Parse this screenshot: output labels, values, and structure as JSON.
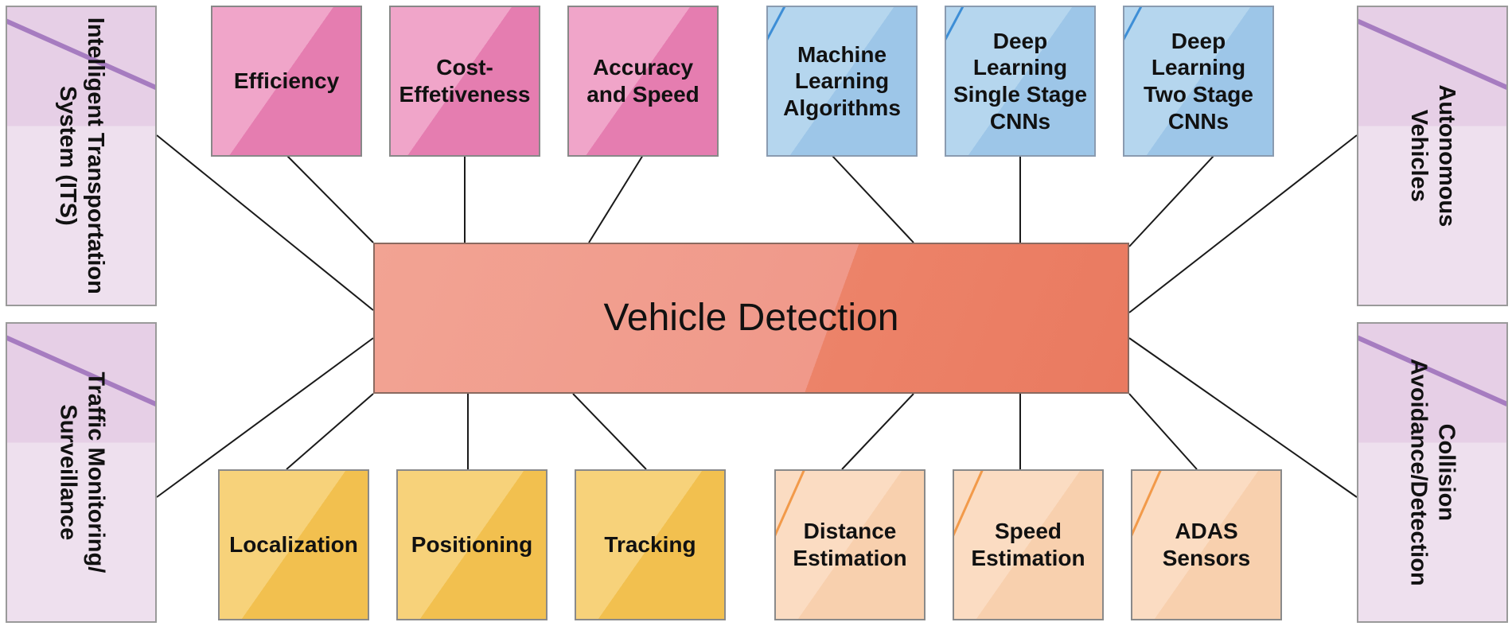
{
  "center": {
    "label": "Vehicle Detection"
  },
  "top_left_boxes": [
    "Efficiency",
    "Cost-\nEffetiveness",
    "Accuracy\nand Speed"
  ],
  "top_right_boxes": [
    "Machine\nLearning\nAlgorithms",
    "Deep\nLearning\nSingle Stage\nCNNs",
    "Deep\nLearning\nTwo Stage\nCNNs"
  ],
  "bottom_left_boxes": [
    "Localization",
    "Positioning",
    "Tracking"
  ],
  "bottom_right_boxes": [
    "Distance\nEstimation",
    "Speed\nEstimation",
    "ADAS\nSensors"
  ],
  "side_boxes": {
    "left_top": "Intelligent Transportation\nSystem (ITS)",
    "left_bottom": "Traffic Monitoring/\nSurveillance",
    "right_top": "Autonomous\nVehicles",
    "right_bottom": "Collision\nAvoidance/Detection"
  },
  "colors": {
    "pink": "#e57db0",
    "blue": "#9dc6e8",
    "yellow": "#f2c04f",
    "peach": "#f8d0ae",
    "purple": "#e6cfe6",
    "center": "#ec8369"
  }
}
